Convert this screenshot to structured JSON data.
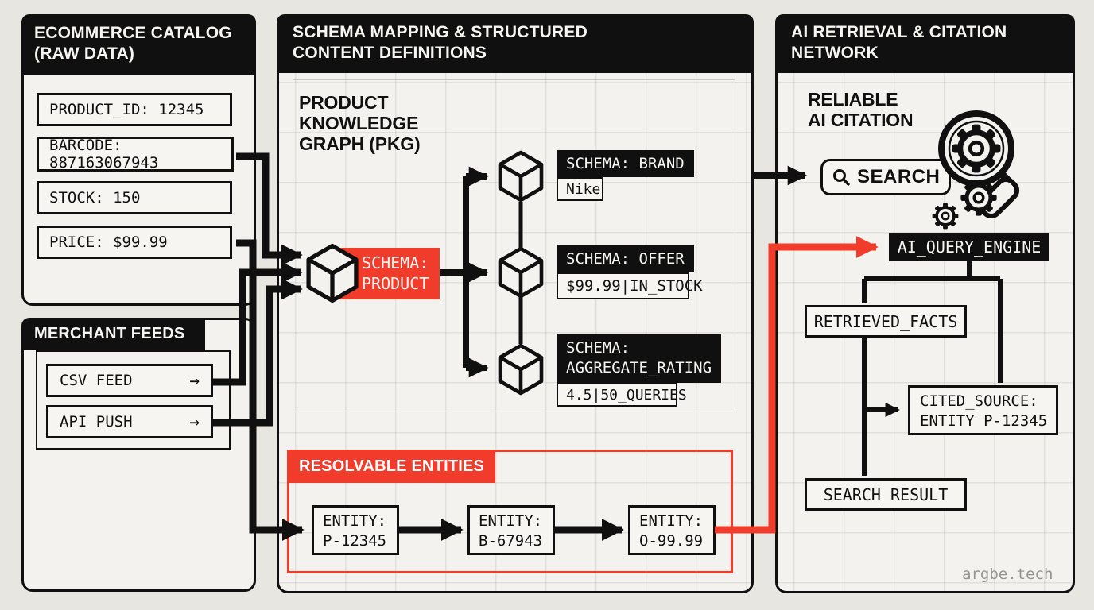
{
  "colors": {
    "red": "#f13b2b",
    "ink": "#101010",
    "panel_bg": "#f3f2ee",
    "page_bg": "#e8e6e1",
    "watermark_gray": "#97948e"
  },
  "catalog": {
    "title": "ECOMMERCE CATALOG\n(RAW DATA)",
    "fields": [
      "PRODUCT_ID: 12345",
      "BARCODE: 887163067943",
      "STOCK: 150",
      "PRICE: $99.99"
    ]
  },
  "merchant": {
    "title": "MERCHANT FEEDS",
    "feeds": [
      {
        "label": "CSV FEED",
        "arrow": "→"
      },
      {
        "label": "API PUSH",
        "arrow": "→"
      }
    ]
  },
  "schema_panel": {
    "title": "SCHEMA MAPPING & STRUCTURED\nCONTENT DEFINITIONS",
    "pkg_heading": "PRODUCT\nKNOWLEDGE\nGRAPH (PKG)",
    "product_node": "SCHEMA:\nPRODUCT",
    "brand": {
      "label": "SCHEMA: BRAND",
      "value": "Nike"
    },
    "offer": {
      "label": "SCHEMA: OFFER",
      "value": "$99.99|IN_STOCK"
    },
    "rating": {
      "label": "SCHEMA:\nAGGREGATE_RATING",
      "value": "4.5|50_QUERIES"
    },
    "resolvable": {
      "title": "RESOLVABLE ENTITIES",
      "entities": [
        "ENTITY:\nP-12345",
        "ENTITY:\nB-67943",
        "ENTITY:\nO-99.99"
      ]
    }
  },
  "ai_panel": {
    "title": "AI RETRIEVAL & CITATION\nNETWORK",
    "heading": "RELIABLE\nAI CITATION",
    "search_label": "SEARCH",
    "engine": "AI_QUERY_ENGINE",
    "facts": "RETRIEVED_FACTS",
    "cited": "CITED_SOURCE:\nENTITY P-12345",
    "result": "SEARCH_RESULT",
    "watermark": "argbe.tech"
  }
}
